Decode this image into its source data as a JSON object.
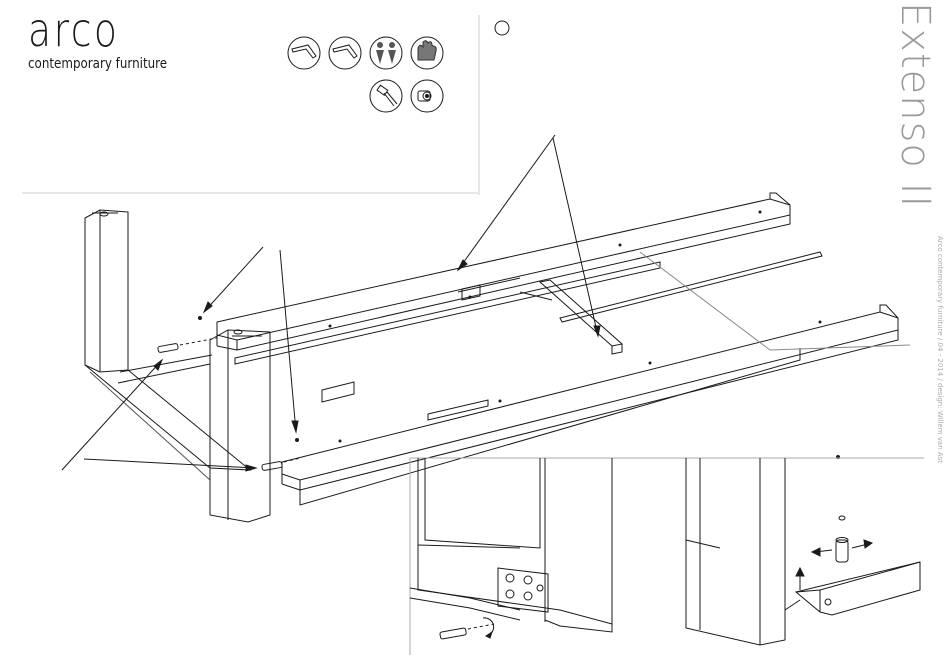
{
  "brand": {
    "name": "arco",
    "tagline": "contemporary furniture"
  },
  "product": {
    "title": "Extenso II"
  },
  "credits": "Arco contemporary furniture / 04 - 2014 / design: Willem van Ast",
  "tool_icons": [
    "hex-key-icon",
    "hex-key-icon",
    "two-persons-icon",
    "glove-hand-icon",
    "bolt-screw-icon",
    "dowel-nut-icon"
  ],
  "colors": {
    "line": "#1a1a1a",
    "title_gray": "#9a9a9a",
    "credits_gray": "#aaaaaa"
  }
}
